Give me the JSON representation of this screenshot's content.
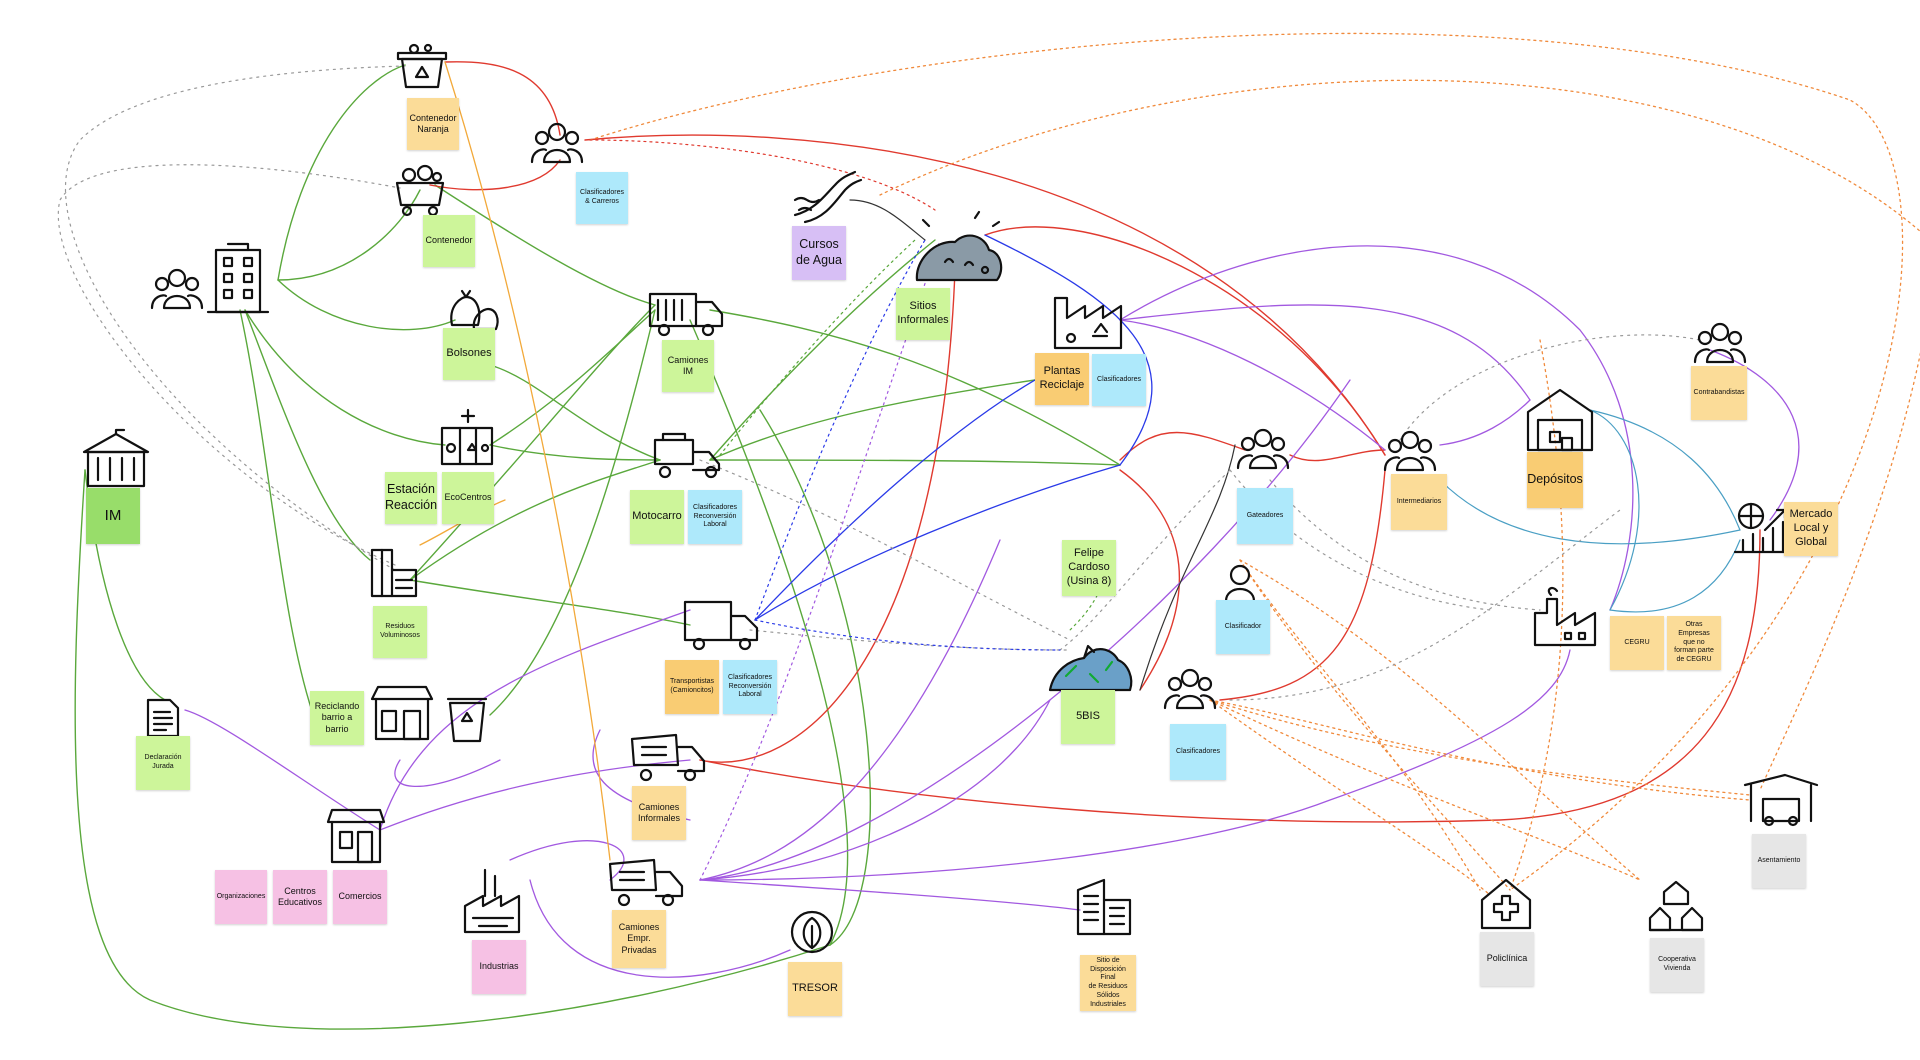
{
  "colors": {
    "yellow": "#fbdc98",
    "green": "#cdf59a",
    "blue": "#aee9fb",
    "purple": "#d7bff5",
    "pink": "#f6c1e4",
    "orange": "#f9cc73",
    "gray": "#e6e6e6",
    "green_edge": "#5aa83c",
    "red_edge": "#e03a2f",
    "purple_edge": "#a259e0",
    "blue_edge": "#2a3ae8",
    "orange_edge": "#f08a3c",
    "teal_edge": "#4a9fc4",
    "dark_edge": "#555555",
    "amber_edge": "#f2a93a",
    "icon_stroke": "#111111"
  },
  "notes": {
    "contenedor_naranja": "Contenedor\nNaranja",
    "clasificadores_carreros": "Clasificadores\n& Carreros",
    "contenedor": "Contenedor",
    "cursos_agua": "Cursos\nde Agua",
    "sitios_informales": "Sitios\nInformales",
    "bolsones": "Bolsones",
    "camiones_im": "Camiones\nIM",
    "plantas_reciclaje": "Plantas\nReciclaje",
    "clasificadores_plantas": "Clasificadores",
    "contrabandistas": "Contrabandistas",
    "estacion_reaccion": "Estación\nReacción",
    "ecocentros": "EcoCentros",
    "im": "IM",
    "motocarro": "Motocarro",
    "clasificadores_reconversion_moto": "Clasificadores\nReconversión\nLaboral",
    "depositos": "Depósitos",
    "intermediarios": "Intermediarios",
    "gateadores": "Gateadores",
    "mercado": "Mercado\nLocal y\nGlobal",
    "felipe_cardoso": "Felipe\nCardoso\n(Usina 8)",
    "residuos_voluminosos": "Residuos\nVoluminosos",
    "clasificador": "Clasificador",
    "otras_empresas": "Otras\nEmpresas\nque no\nforman parte\nde CEGRU",
    "cegru": "CEGRU",
    "transportistas": "Transportistas\n(Camioncitos)",
    "clasificadores_reconversion_truck": "Clasificadores\nReconversión\nLaboral",
    "cinco_bis": "5BIS",
    "reciclando_barrio": "Reciclando\nbarrio a\nbarrio",
    "clasificadores_5bis": "Clasificadores",
    "declaracion_jurada": "Declaración\nJurada",
    "camiones_informales": "Camiones\nInformales",
    "asentamiento": "Asentamiento",
    "organizaciones": "Organizaciones",
    "centros_educativos": "Centros\nEducativos",
    "comercios": "Comercios",
    "camiones_privadas": "Camiones\nEmpr.\nPrivadas",
    "industrias": "Industrias",
    "tresor": "TRESOR",
    "sitio_disposicion": "Sitio de\nDisposición Final\nde Residuos\nSólidos\nIndustriales",
    "policlinica": "Policlínica",
    "cooperativa": "Cooperativa\nVivienda"
  },
  "icons": [
    "recycling-bin-icon",
    "people-icon",
    "dumpster-icon",
    "river-icon",
    "garbage-pile-icon",
    "apartment-building-icon",
    "trash-bags-icon",
    "garbage-truck-icon",
    "recycling-factory-icon",
    "eco-station-icon",
    "government-building-icon",
    "motocarro-icon",
    "warehouse-icon",
    "global-market-icon",
    "furniture-icon",
    "delivery-truck-icon",
    "person-icon",
    "eco-factory-icon",
    "waste-heap-icon",
    "shop-icon",
    "small-bin-icon",
    "document-icon",
    "dump-truck-icon",
    "shelter-icon",
    "storefront-icon",
    "industry-icon",
    "leaf-cycle-icon",
    "office-building-icon",
    "clinic-icon",
    "housing-icon"
  ]
}
